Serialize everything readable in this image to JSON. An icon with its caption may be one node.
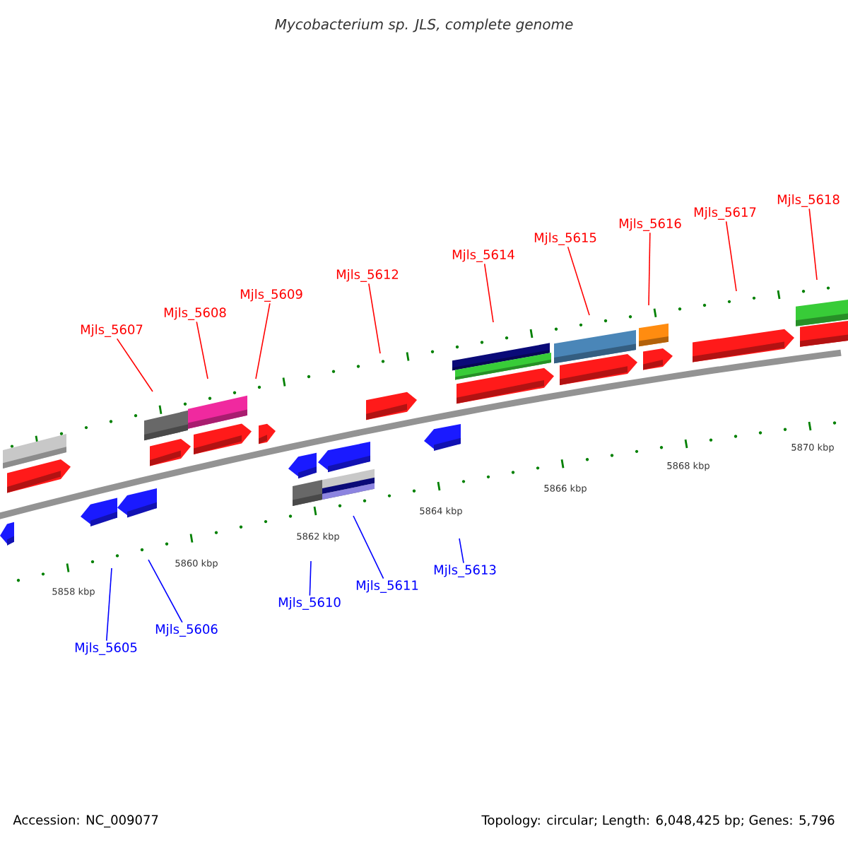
{
  "diagram": {
    "title": "Mycobacterium sp. JLS, complete genome",
    "nodes": [
      {
        "text": [
          "Mjls_5605"
        ]
      },
      {
        "text": [
          "Mjls_5606"
        ]
      },
      {
        "text": [
          "Mjls_5607"
        ]
      },
      {
        "text": [
          "Mjls_5608"
        ]
      },
      {
        "text": [
          "Mjls_5609"
        ]
      },
      {
        "text": [
          "Mjls_5610"
        ]
      },
      {
        "text": [
          "Mjls_5611"
        ]
      },
      {
        "text": [
          "Mjls_5612"
        ]
      },
      {
        "text": [
          "Mjls_5613"
        ]
      },
      {
        "text": [
          "Mjls_5614"
        ]
      },
      {
        "text": [
          "Mjls_5615"
        ]
      },
      {
        "text": [
          "Mjls_5616"
        ]
      },
      {
        "text": [
          "Mjls_5617"
        ]
      },
      {
        "text": [
          "Mjls_5618"
        ]
      }
    ],
    "edges": [
      {
        "from": 0,
        "to": null,
        "arrow": "none",
        "color": "#0000ff"
      },
      {
        "from": 1,
        "to": null,
        "arrow": "none",
        "color": "#0000ff"
      },
      {
        "from": 2,
        "to": null,
        "arrow": "none"
      },
      {
        "from": 3,
        "to": null,
        "arrow": "none"
      },
      {
        "from": 4,
        "to": null,
        "arrow": "none"
      },
      {
        "from": 5,
        "to": null,
        "arrow": "none",
        "color": "#0000ff"
      },
      {
        "from": 6,
        "to": null,
        "arrow": "none",
        "color": "#0000ff"
      },
      {
        "from": 7,
        "to": null,
        "arrow": "none"
      },
      {
        "from": 8,
        "to": null,
        "arrow": "none",
        "color": "#0000ff"
      },
      {
        "from": 9,
        "to": null,
        "arrow": "none"
      },
      {
        "from": 10,
        "to": null,
        "arrow": "none"
      },
      {
        "from": 11,
        "to": null,
        "arrow": "none"
      },
      {
        "from": 12,
        "to": null,
        "arrow": "none"
      },
      {
        "from": 13,
        "to": null,
        "arrow": "none"
      }
    ],
    "labels": [
      "5858 kbp",
      "5860 kbp",
      "5862 kbp",
      "5864 kbp",
      "5866 kbp",
      "5868 kbp",
      "5870 kbp",
      "Accession: NC_009077",
      "Topology: circular; Length: 6,048,425 bp; Genes: 5,796"
    ]
  }
}
